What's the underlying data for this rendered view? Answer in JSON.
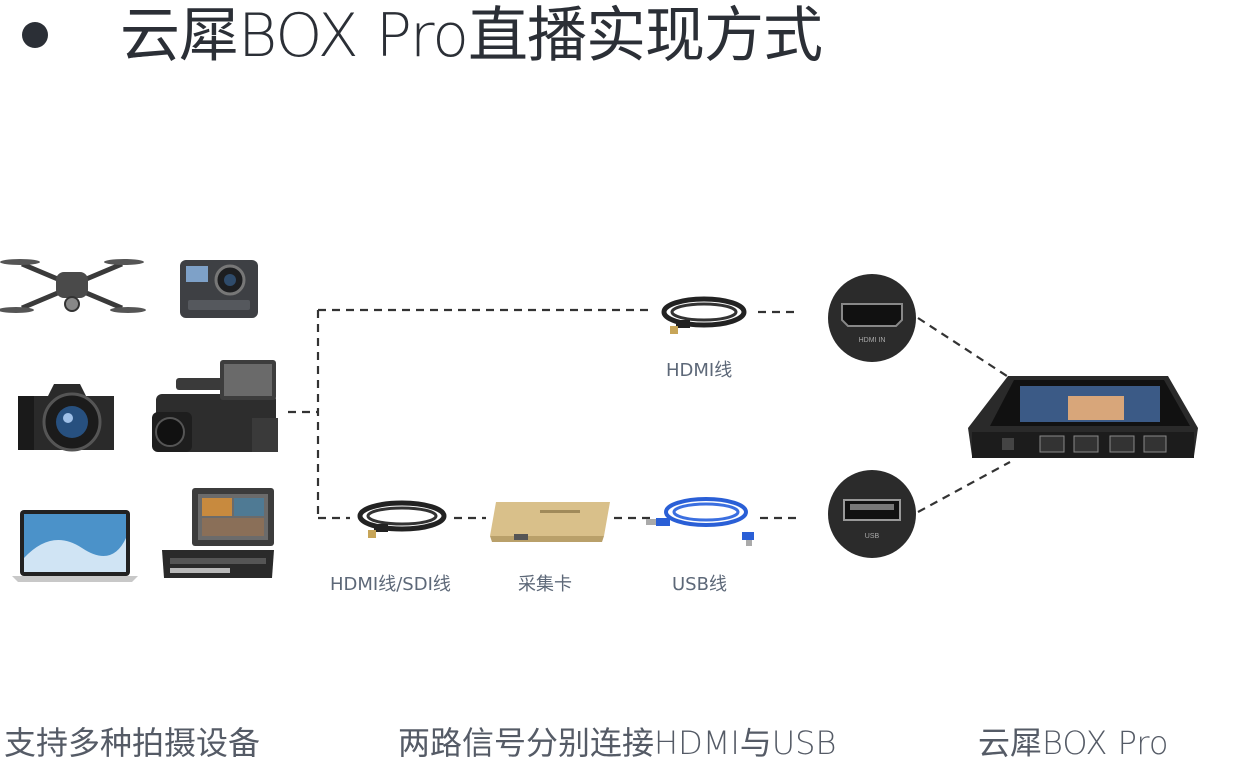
{
  "title": "云犀BOX Pro直播实现方式",
  "labels": {
    "hdmi_cable": "HDMI线",
    "hdmi_sdi_cable": "HDMI线/SDI线",
    "capture_card": "采集卡",
    "usb_cable": "USB线"
  },
  "port_labels": {
    "hdmi_in": "HDMI IN",
    "usb": "USB"
  },
  "footer": {
    "left": "支持多种拍摄设备",
    "center": "两路信号分别连接HDMI与USB",
    "right": "云犀BOX Pro"
  },
  "colors": {
    "title": "#2b2f36",
    "label": "#5d6878",
    "dash": "#333333",
    "usb_blue": "#2a5fd6",
    "capture_gold": "#d9c08a"
  },
  "icons": [
    "drone-icon",
    "action-camera-icon",
    "dslr-camera-icon",
    "camcorder-icon",
    "laptop-icon",
    "video-switcher-icon",
    "hdmi-cable-icon",
    "capture-card-icon",
    "usb-cable-icon",
    "hdmi-port-icon",
    "usb-port-icon",
    "box-pro-device-icon"
  ]
}
